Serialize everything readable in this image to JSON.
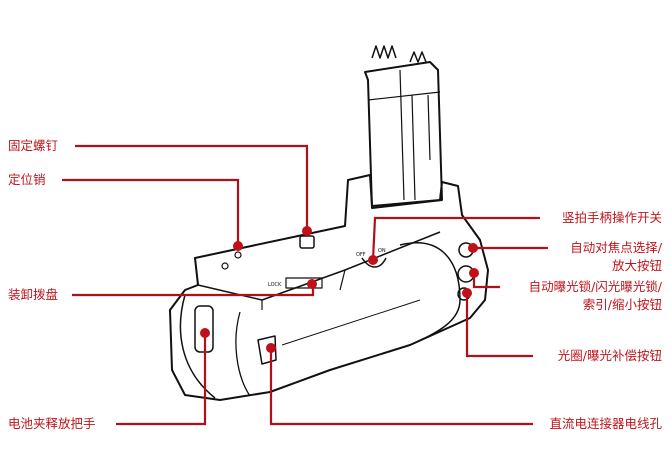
{
  "labels": {
    "fixing_screw": "固定螺钉",
    "locating_pin": "定位销",
    "mount_dial": "装卸拨盘",
    "release_handle": "电池夹释放把手",
    "grip_switch": "竖拍手柄操作开关",
    "af_point_line1": "自动对焦点选择/",
    "af_point_line2": "放大按钮",
    "ae_lock_line1": "自动曝光锁/闪光曝光锁/",
    "ae_lock_line2": "索引/缩小按钮",
    "aperture_button": "光圈/曝光补偿按钮",
    "dc_hole": "直流电连接器电线孔"
  },
  "device_marks": {
    "lock": "LOCK",
    "off": "OFF",
    "on": "ON"
  },
  "colors": {
    "accent": "#c0141c",
    "line_art": "#111111"
  }
}
